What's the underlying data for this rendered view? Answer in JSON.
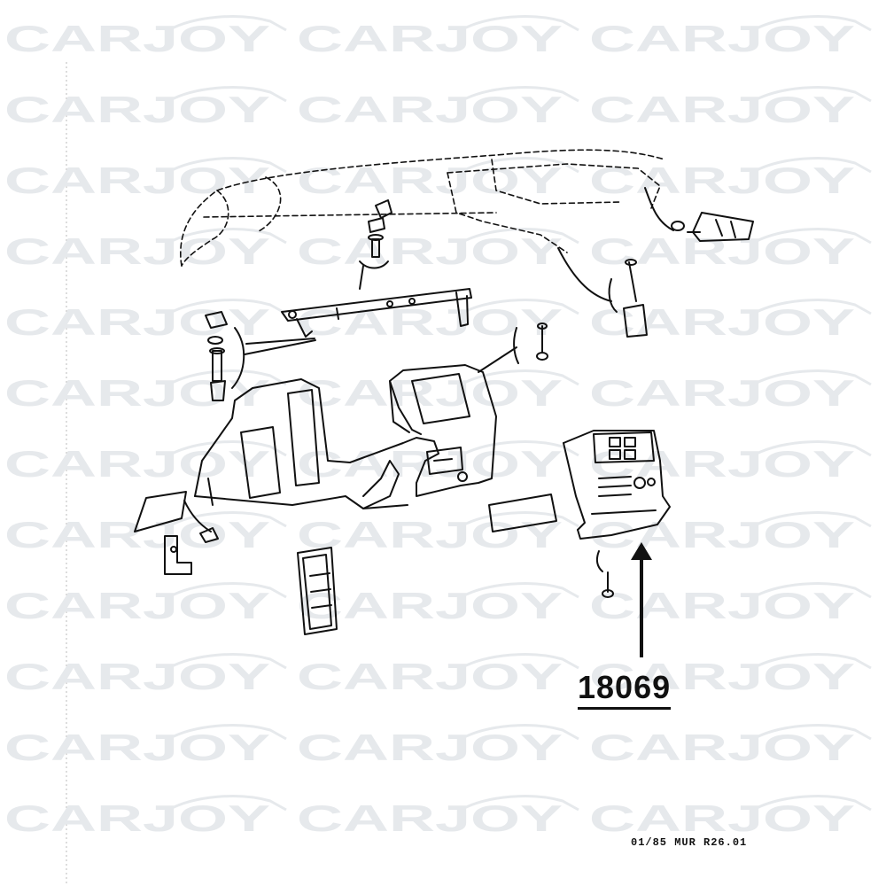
{
  "watermark": {
    "text": "CARJOY",
    "color": "#e6e9ec"
  },
  "callout": {
    "part_number": "18069"
  },
  "footer": {
    "reference_code": "01/85 MUR R26.01"
  },
  "colors": {
    "ink": "#111111",
    "paper": "#ffffff"
  }
}
